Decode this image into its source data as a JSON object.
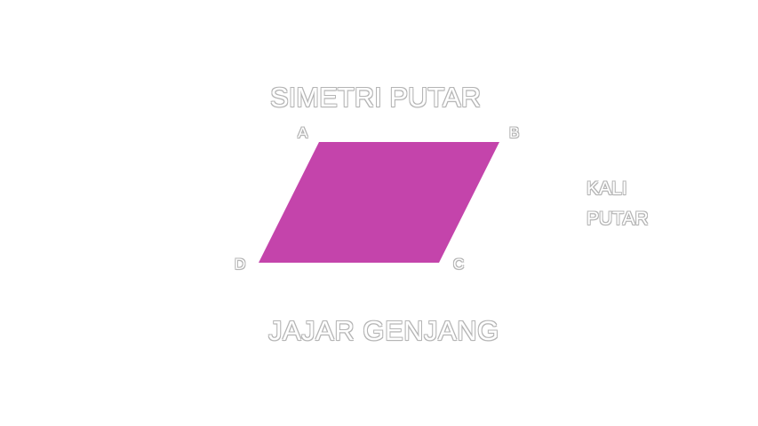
{
  "slide": {
    "title": "SIMETRI PUTAR",
    "shape_name": "JAJAR GENJANG",
    "side_label_line1": "KALI",
    "side_label_line2": "PUTAR",
    "vertices": {
      "a": "A",
      "b": "B",
      "c": "C",
      "d": "D"
    },
    "shape_color": "#c444ab"
  }
}
